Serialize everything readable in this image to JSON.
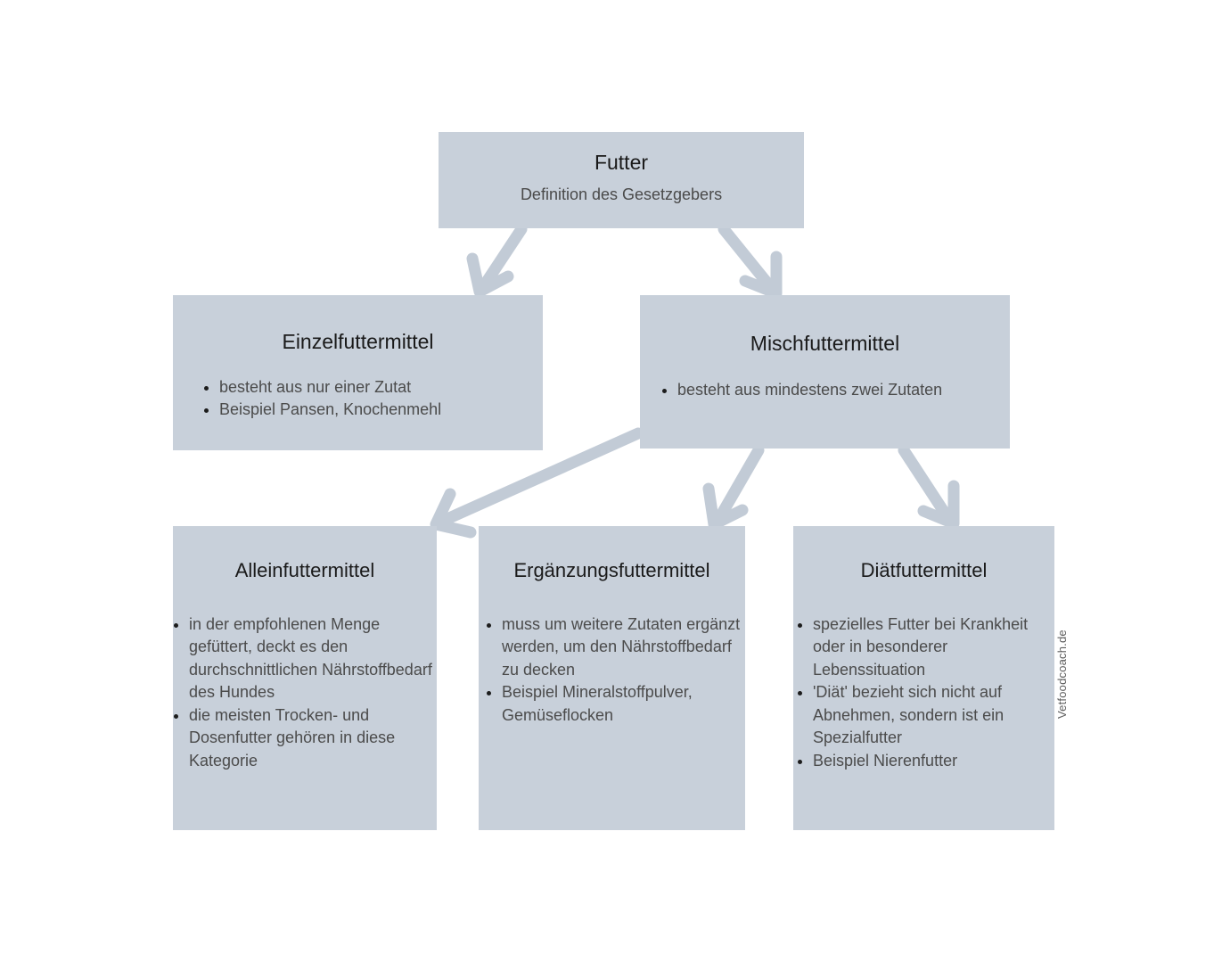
{
  "diagram": {
    "title": "Futter - Definition des Gesetzgebers",
    "box_color": "#c8d0da",
    "arrow_color": "#c2cbd6",
    "background": "#ffffff"
  },
  "nodes": {
    "futter": {
      "title": "Futter",
      "subtitle": "Definition des Gesetzgebers"
    },
    "einzelfuttermittel": {
      "title": "Einzelfuttermittel",
      "bullets": [
        "besteht aus nur einer Zutat",
        "Beispiel Pansen, Knochenmehl"
      ]
    },
    "mischfuttermittel": {
      "title": "Mischfuttermittel",
      "bullets": [
        "besteht aus mindestens zwei Zutaten"
      ]
    },
    "alleinfuttermittel": {
      "title": "Alleinfuttermittel",
      "bullets": [
        "in der empfohlenen Menge gefüttert, deckt es den durchschnittlichen Nährstoffbedarf des Hundes",
        "die meisten Trocken- und Dosenfutter gehören in diese Kategorie"
      ]
    },
    "ergaenzungsfuttermittel": {
      "title": "Ergänzungsfuttermittel",
      "bullets": [
        "muss um weitere Zutaten ergänzt werden, um den Nährstoffbedarf zu decken",
        "Beispiel Mineralstoffpulver, Gemüseflocken"
      ]
    },
    "diaetfuttermittel": {
      "title": "Diätfuttermittel",
      "bullets": [
        "spezielles Futter bei Krankheit oder in besonderer Lebenssituation",
        "'Diät' bezieht sich nicht auf Abnehmen, sondern ist ein Spezialfutter",
        "Beispiel Nierenfutter"
      ]
    }
  },
  "edges": [
    {
      "from": "futter",
      "to": "einzelfuttermittel"
    },
    {
      "from": "futter",
      "to": "mischfuttermittel"
    },
    {
      "from": "mischfuttermittel",
      "to": "alleinfuttermittel"
    },
    {
      "from": "mischfuttermittel",
      "to": "ergaenzungsfuttermittel"
    },
    {
      "from": "mischfuttermittel",
      "to": "diaetfuttermittel"
    }
  ],
  "watermark": {
    "text": "Vetfoodcoach.de"
  }
}
